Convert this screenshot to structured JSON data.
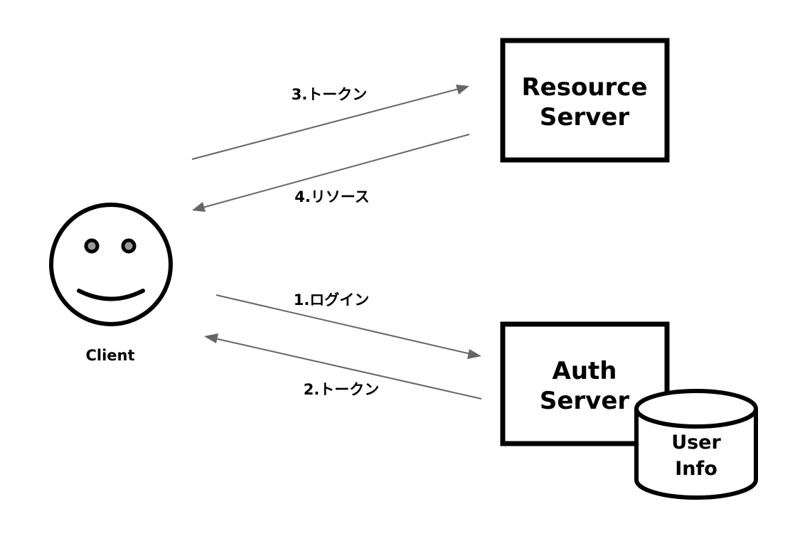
{
  "client": {
    "label": "Client"
  },
  "resource_server": {
    "line1": "Resource",
    "line2": "Server"
  },
  "auth_server": {
    "line1": "Auth",
    "line2": "Server"
  },
  "user_info": {
    "line1": "User",
    "line2": "Info"
  },
  "arrows": {
    "login": "1.ログイン",
    "token_return": "2.トークン",
    "token_send": "3.トークン",
    "resource": "4.リソース"
  },
  "colors": {
    "stroke": "#000000",
    "arrow": "#666666",
    "eye_fill": "#999999",
    "background": "#ffffff"
  }
}
